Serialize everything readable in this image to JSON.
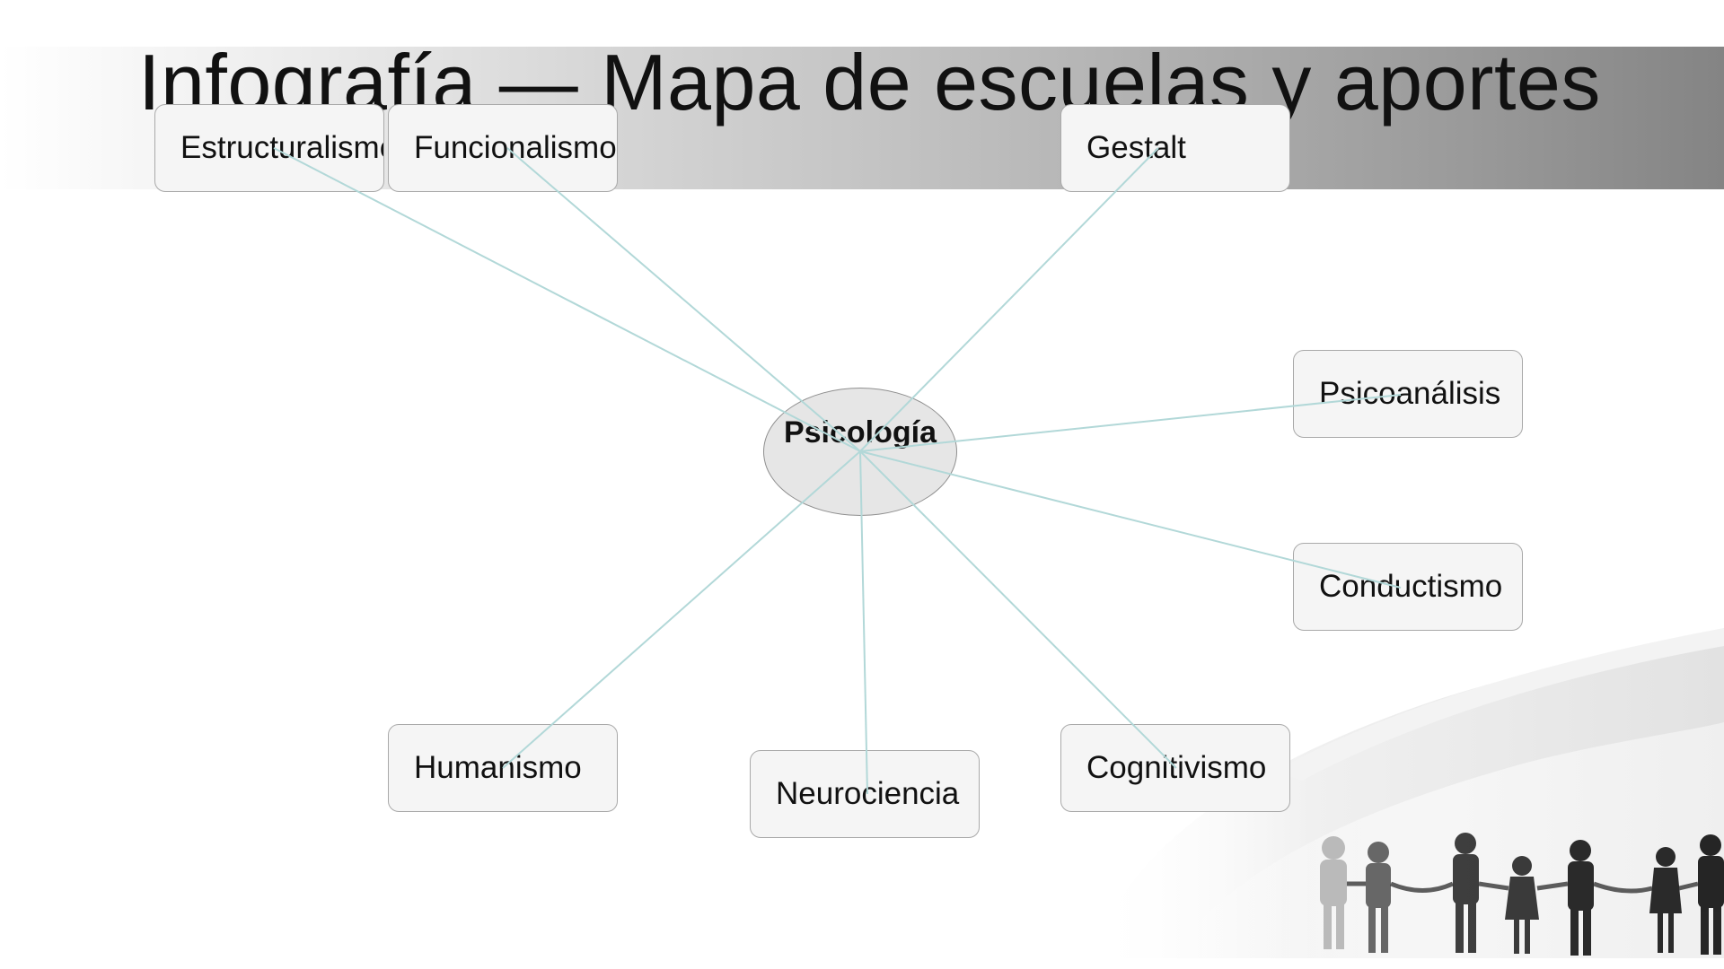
{
  "slide": {
    "title": "Infografía — Mapa de escuelas y aportes"
  },
  "diagram": {
    "center": "Psicología",
    "nodes": [
      "Estructuralismo",
      "Funcionalismo",
      "Gestalt",
      "Psicoanálisis",
      "Conductismo",
      "Humanismo",
      "Neurociencia",
      "Cognitivismo"
    ],
    "edges": [
      [
        "Psicología",
        "Estructuralismo"
      ],
      [
        "Psicología",
        "Funcionalismo"
      ],
      [
        "Psicología",
        "Gestalt"
      ],
      [
        "Psicología",
        "Psicoanálisis"
      ],
      [
        "Psicología",
        "Conductismo"
      ],
      [
        "Psicología",
        "Humanismo"
      ],
      [
        "Psicología",
        "Neurociencia"
      ],
      [
        "Psicología",
        "Cognitivismo"
      ]
    ]
  },
  "colors": {
    "edge": "#b2d8d8",
    "node_fill": "#f5f5f5",
    "center_fill": "#e6e6e6"
  }
}
